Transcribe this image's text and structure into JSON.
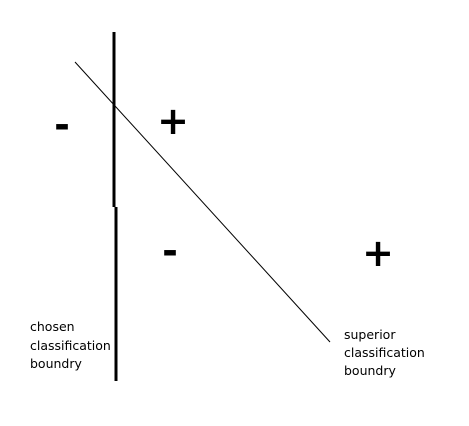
{
  "symbols": {
    "top_left": "-",
    "top_right": "+",
    "bottom_middle": "-",
    "bottom_right": "+"
  },
  "labels": {
    "chosen": [
      "chosen",
      "classification",
      "boundry"
    ],
    "superior": [
      "superior",
      "classification",
      "boundry"
    ]
  },
  "colors": {
    "ink": "#000000",
    "background": "#ffffff"
  }
}
